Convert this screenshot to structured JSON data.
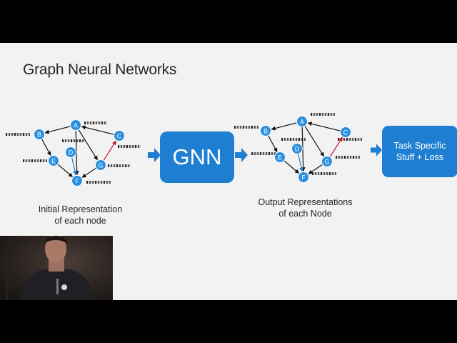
{
  "slide": {
    "title": "Graph Neural Networks",
    "caption_left": [
      "Initial Representation",
      "of each node"
    ],
    "caption_right": [
      "Output Representations",
      "of each Node"
    ],
    "gnn_label": "GNN",
    "task_label": [
      "Task Specific",
      "Stuff + Loss"
    ]
  },
  "graph": {
    "nodes": [
      "A",
      "B",
      "C",
      "D",
      "E",
      "F",
      "G"
    ],
    "edges": [
      {
        "from": "A",
        "to": "B",
        "color": "black"
      },
      {
        "from": "B",
        "to": "E",
        "color": "black"
      },
      {
        "from": "E",
        "to": "F",
        "color": "black"
      },
      {
        "from": "A",
        "to": "F",
        "color": "black"
      },
      {
        "from": "A",
        "to": "G",
        "color": "black"
      },
      {
        "from": "G",
        "to": "F",
        "color": "black"
      },
      {
        "from": "C",
        "to": "A",
        "color": "black"
      },
      {
        "from": "D",
        "to": "F",
        "color": "blue"
      },
      {
        "from": "G",
        "to": "C",
        "color": "red"
      }
    ]
  },
  "colors": {
    "node": "#2b8fde",
    "box": "#1e7fd2",
    "arrow": "#1e7fd2",
    "edge_red": "#c8141e",
    "edge_blue": "#1e7fd2"
  },
  "icons": {
    "arrow": "right-block-arrow-icon",
    "vector": "feature-vector-icon"
  }
}
